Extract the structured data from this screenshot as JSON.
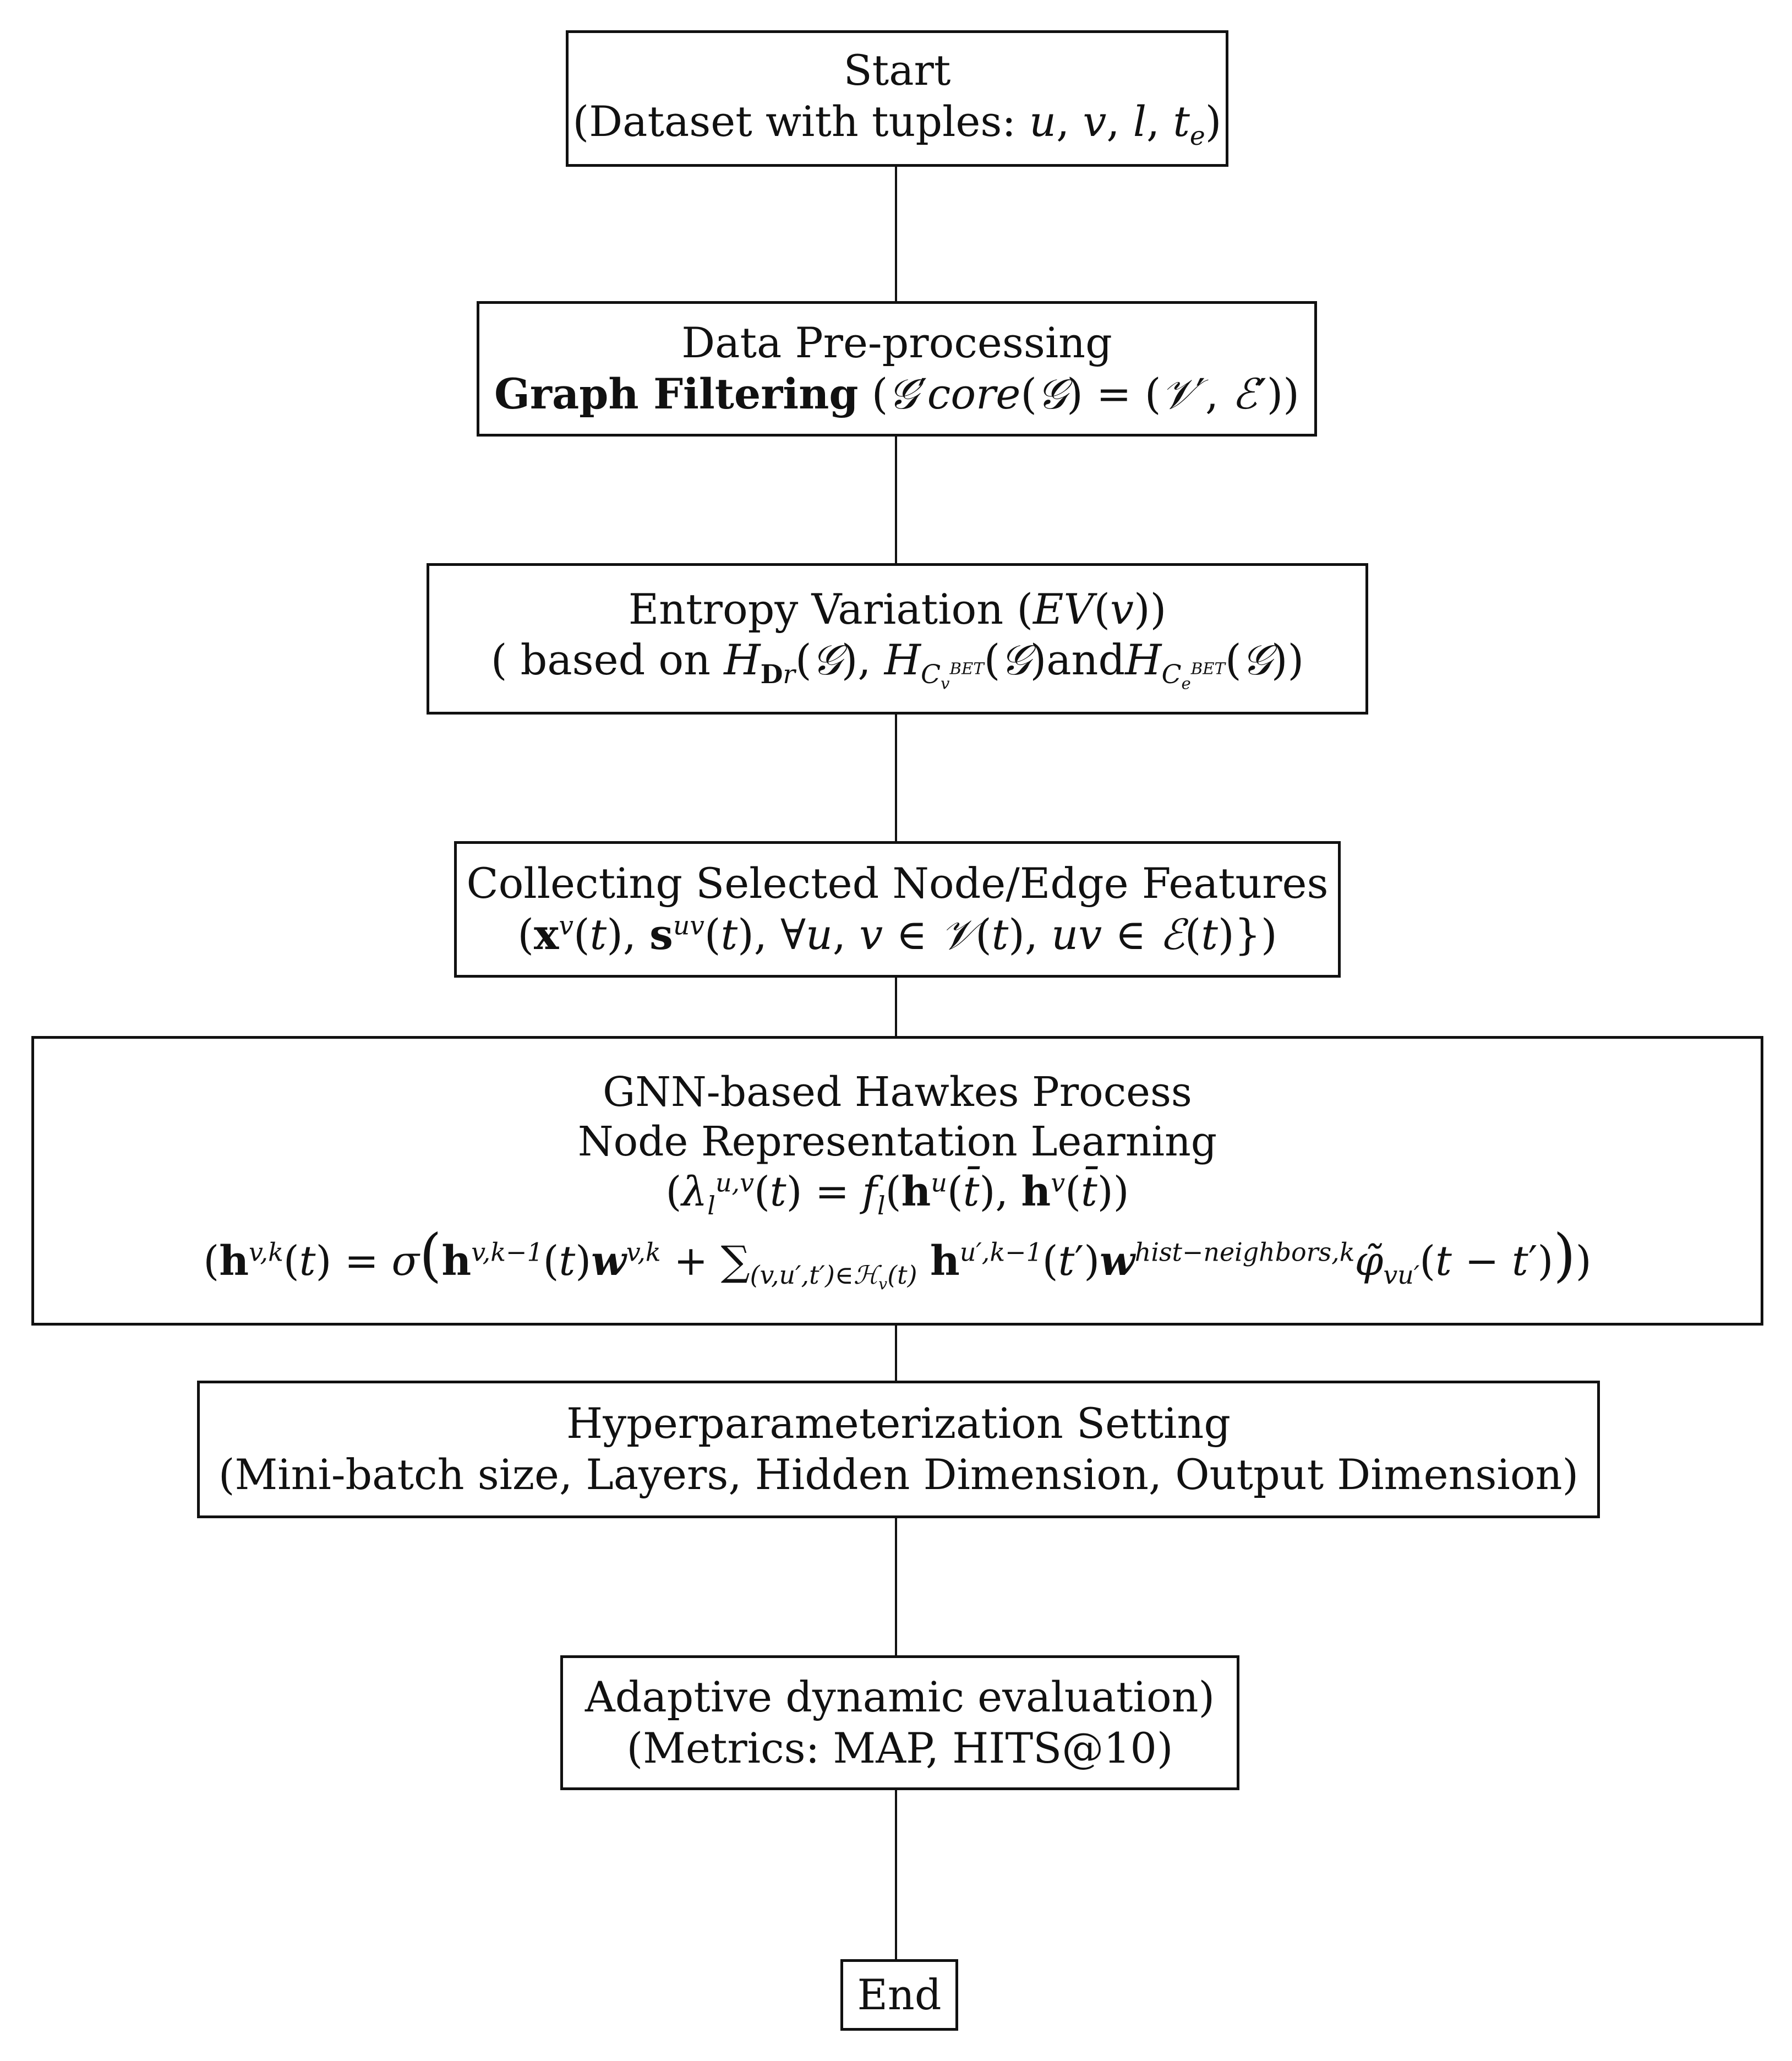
{
  "diagram": {
    "nodes": [
      {
        "id": "start",
        "lines": [
          "Start",
          "(Dataset with tuples: u, v, l, t_e)"
        ]
      },
      {
        "id": "preprocess",
        "lines": [
          "Data Pre-processing",
          "Graph Filtering (G′core(G) = (V′, E′))"
        ]
      },
      {
        "id": "entropy",
        "lines": [
          "Entropy Variation (EV(v))",
          "( based on H_Dr(G), H_C_v^BET(G)andH_C_e^BET(G))"
        ]
      },
      {
        "id": "features",
        "lines": [
          "Collecting Selected Node/Edge Features",
          "(x^v(t), s^uv(t), ∀u, v ∈ V(t), uv ∈ E(t)})"
        ]
      },
      {
        "id": "gnn",
        "lines": [
          "GNN-based Hawkes Process",
          "Node Representation Learning",
          "(λ_l^{u,v}(t) = f_l(h^u(t̄), h^v(t̄))",
          "(h^{v,k}(t) = σ(h^{v,k−1}(t)w^{v,k} + Σ_{(v,u′,t′)∈H_v(t)} h^{u′,k−1}(t′)w^{hist−neighbors,k} φ̃_{vu′}(t − t′)))"
        ]
      },
      {
        "id": "hyper",
        "lines": [
          "Hyperparameterization Setting",
          "(Mini-batch size, Layers, Hidden Dimension, Output Dimension)"
        ]
      },
      {
        "id": "eval",
        "lines": [
          "Adaptive dynamic evaluation)",
          "(Metrics: MAP, HITS@10)"
        ]
      },
      {
        "id": "end",
        "lines": [
          "End"
        ]
      }
    ],
    "edges": [
      [
        "start",
        "preprocess"
      ],
      [
        "preprocess",
        "entropy"
      ],
      [
        "entropy",
        "features"
      ],
      [
        "features",
        "gnn"
      ],
      [
        "gnn",
        "hyper"
      ],
      [
        "hyper",
        "eval"
      ],
      [
        "eval",
        "end"
      ]
    ]
  },
  "start": {
    "title": "Start",
    "prefix": "(Dataset with tuples: ",
    "suffix": ")"
  },
  "preprocess": {
    "title": "Data Pre-processing",
    "bold": "Graph Filtering",
    "paren_open": " (",
    "core": "core",
    "eq": ") = (",
    "close": "))"
  },
  "entropy": {
    "title": "Entropy Variation ",
    "ev": "EV",
    "prefix": "( based on ",
    "and": "and"
  },
  "features": {
    "title": "Collecting Selected Node/Edge Features"
  },
  "gnn": {
    "line1": "GNN-based Hawkes Process",
    "line2": "Node Representation Learning",
    "hist": "hist−neighbors,k"
  },
  "hyper": {
    "title": "Hyperparameterization Setting",
    "params": "(Mini-batch size, Layers, Hidden Dimension, Output Dimension)"
  },
  "eval": {
    "title": "Adaptive dynamic evaluation)",
    "metrics": "(Metrics: MAP, HITS@10)"
  },
  "end": {
    "label": "End"
  }
}
